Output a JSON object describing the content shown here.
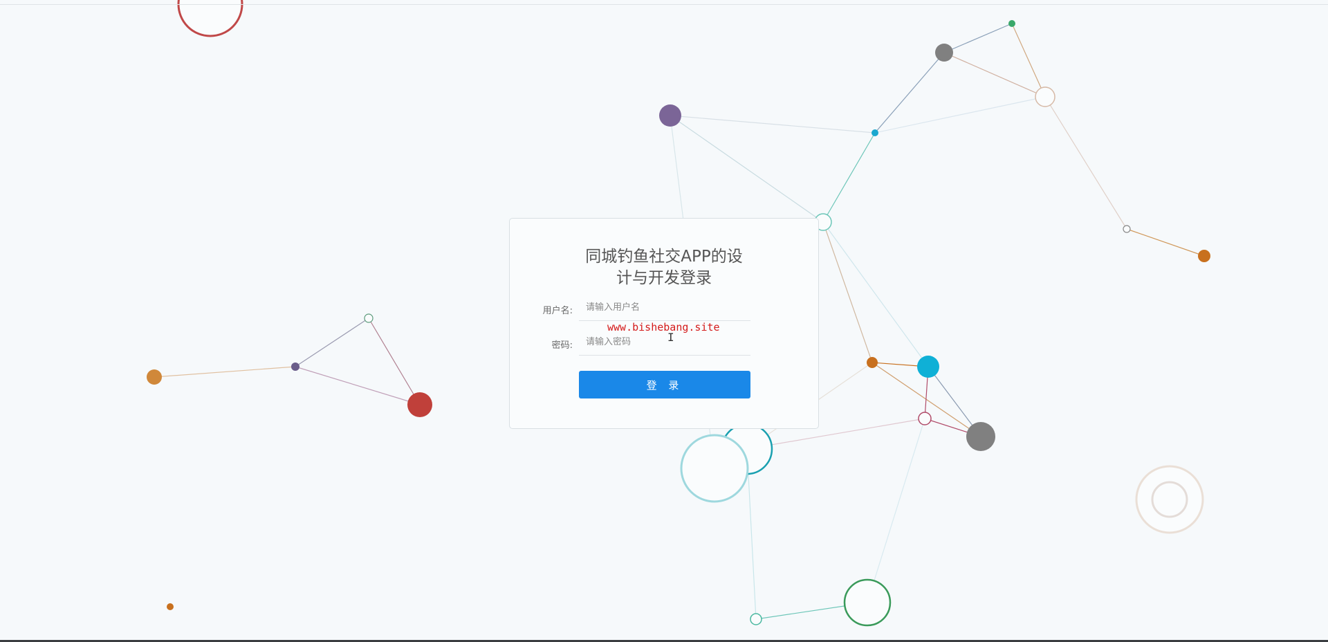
{
  "login": {
    "title": "同城钓鱼社交APP的设计与开发登录",
    "username_label": "用户名:",
    "username_placeholder": "请输入用户名",
    "username_value": "",
    "password_label": "密码:",
    "password_placeholder": "请输入密码",
    "password_value": "",
    "login_button": "登 录"
  },
  "watermark": "www.bishebang.site",
  "colors": {
    "accent": "#1a88e8",
    "watermark": "#d41a1a"
  }
}
